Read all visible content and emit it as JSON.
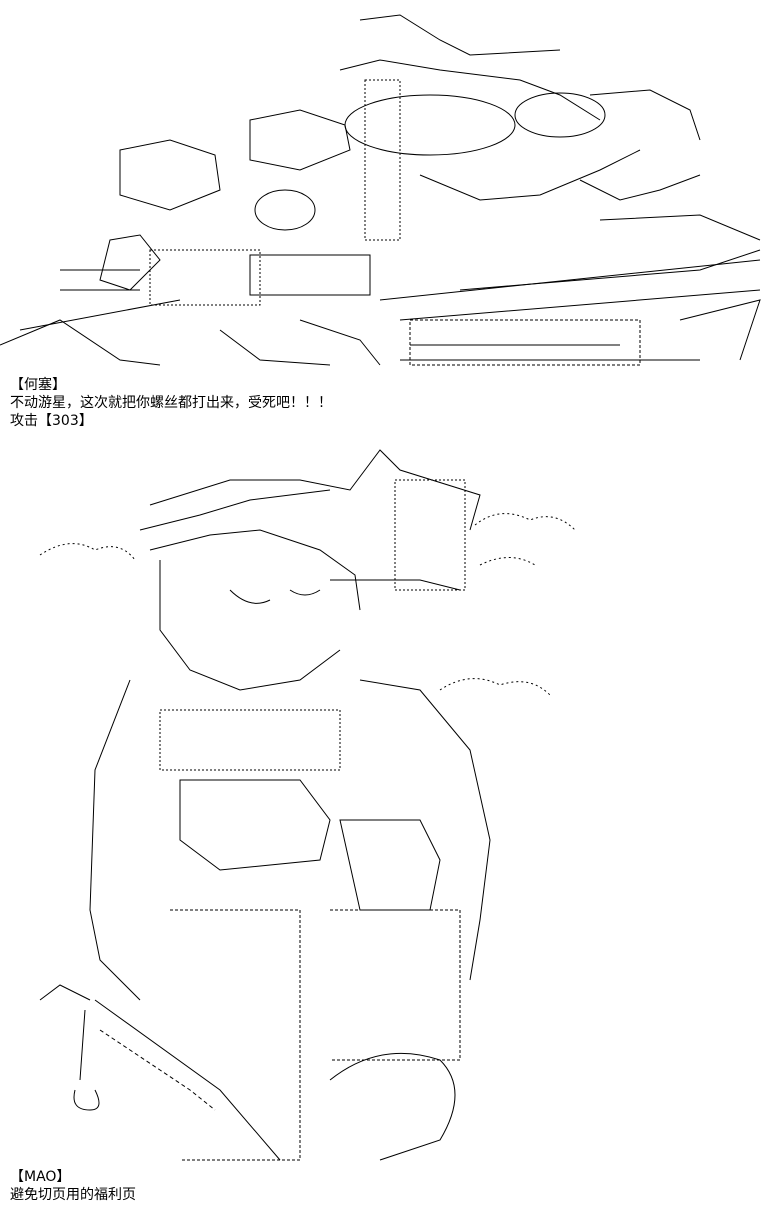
{
  "caption_top": {
    "speaker": "【何塞】",
    "line": "不动游星，这次就把你螺丝都打出来，受死吧！！！",
    "attack": "攻击【303】"
  },
  "caption_bottom": {
    "speaker": "【MAO】",
    "line": "避免切页用的福利页"
  },
  "art_top": {
    "name": "robot-dragon-ascii-art",
    "color": "#000000"
  },
  "art_bottom": {
    "name": "character-ascii-art",
    "color": "#000000"
  }
}
